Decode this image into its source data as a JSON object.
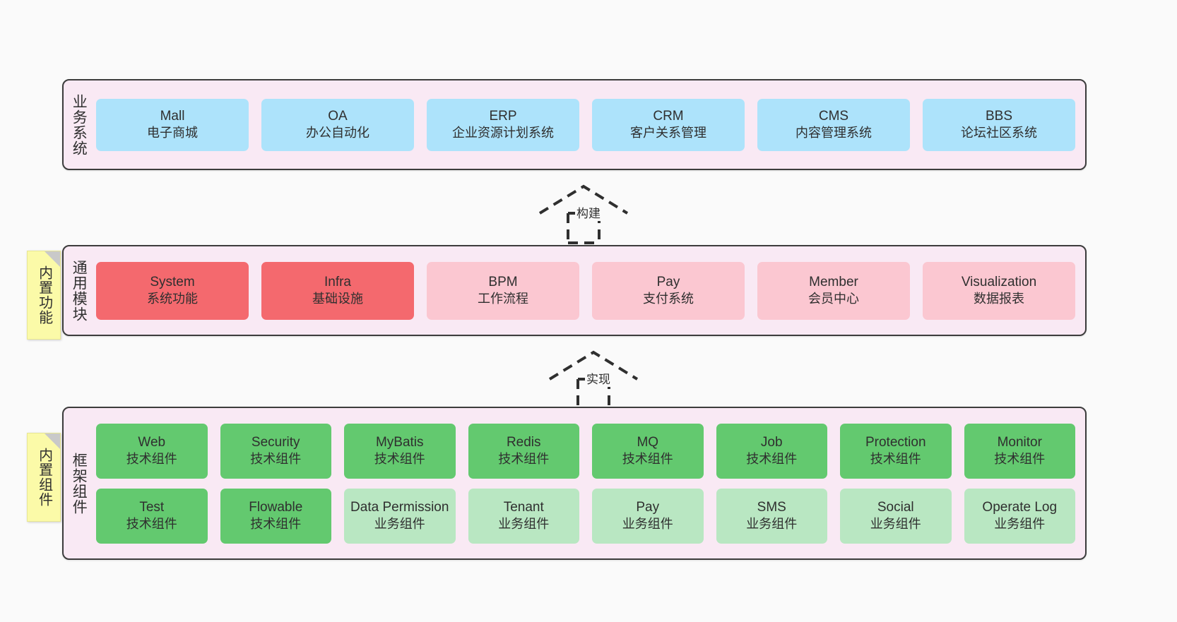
{
  "canvas": {
    "background": "#fafafa",
    "layer_fill": "#f9e9f4",
    "layer_border": "#3c3c3c",
    "note_fill": "#fbfaa8"
  },
  "layers": [
    {
      "id": "business",
      "title": "业务系统",
      "color": "#ade3fb",
      "nodes": [
        {
          "name": "Mall",
          "sub": "电子商城",
          "style": "blue"
        },
        {
          "name": "OA",
          "sub": "办公自动化",
          "style": "blue"
        },
        {
          "name": "ERP",
          "sub": "企业资源计划系统",
          "style": "blue"
        },
        {
          "name": "CRM",
          "sub": "客户关系管理",
          "style": "blue"
        },
        {
          "name": "CMS",
          "sub": "内容管理系统",
          "style": "blue"
        },
        {
          "name": "BBS",
          "sub": "论坛社区系统",
          "style": "blue"
        }
      ]
    },
    {
      "id": "modules",
      "title": "通用模块",
      "note": "内置功能",
      "nodes": [
        {
          "name": "System",
          "sub": "系统功能",
          "style": "red"
        },
        {
          "name": "Infra",
          "sub": "基础设施",
          "style": "red"
        },
        {
          "name": "BPM",
          "sub": "工作流程",
          "style": "pink"
        },
        {
          "name": "Pay",
          "sub": "支付系统",
          "style": "pink"
        },
        {
          "name": "Member",
          "sub": "会员中心",
          "style": "pink"
        },
        {
          "name": "Visualization",
          "sub": "数据报表",
          "style": "pink"
        }
      ]
    },
    {
      "id": "framework",
      "title": "框架组件",
      "note": "内置组件",
      "rows": [
        [
          {
            "name": "Web",
            "sub": "技术组件",
            "style": "green"
          },
          {
            "name": "Security",
            "sub": "技术组件",
            "style": "green"
          },
          {
            "name": "MyBatis",
            "sub": "技术组件",
            "style": "green"
          },
          {
            "name": "Redis",
            "sub": "技术组件",
            "style": "green"
          },
          {
            "name": "MQ",
            "sub": "技术组件",
            "style": "green"
          },
          {
            "name": "Job",
            "sub": "技术组件",
            "style": "green"
          },
          {
            "name": "Protection",
            "sub": "技术组件",
            "style": "green"
          },
          {
            "name": "Monitor",
            "sub": "技术组件",
            "style": "green"
          }
        ],
        [
          {
            "name": "Test",
            "sub": "技术组件",
            "style": "green"
          },
          {
            "name": "Flowable",
            "sub": "技术组件",
            "style": "green"
          },
          {
            "name": "Data Permission",
            "sub": "业务组件",
            "style": "lgreen"
          },
          {
            "name": "Tenant",
            "sub": "业务组件",
            "style": "lgreen"
          },
          {
            "name": "Pay",
            "sub": "业务组件",
            "style": "lgreen"
          },
          {
            "name": "SMS",
            "sub": "业务组件",
            "style": "lgreen"
          },
          {
            "name": "Social",
            "sub": "业务组件",
            "style": "lgreen"
          },
          {
            "name": "Operate Log",
            "sub": "业务组件",
            "style": "lgreen"
          }
        ]
      ]
    }
  ],
  "connectors": [
    {
      "id": "build",
      "label": "构建"
    },
    {
      "id": "implement",
      "label": "实现"
    }
  ]
}
